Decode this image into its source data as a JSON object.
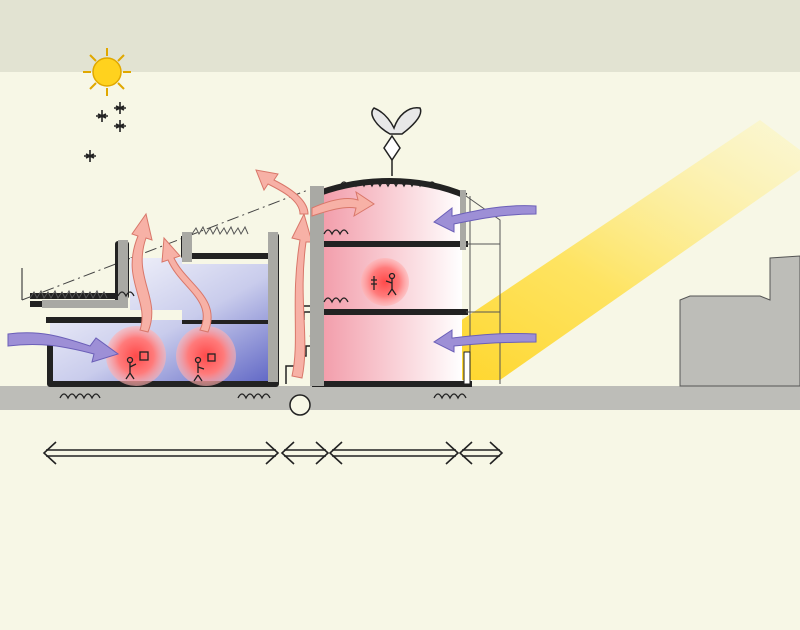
{
  "diagram": {
    "kind": "building-section-sketch",
    "colors": {
      "background": "#f7f7e6",
      "top_band": "#e2e3d2",
      "ground": "#bdbdb8",
      "sun": "#ffd21e",
      "sunlight": "#ffe14a",
      "cool_zone": "#5c63c4",
      "warm_zone": "#f29aa8",
      "heat_body": "#ff5c5c",
      "warm_airflow": "#f7b1a6",
      "cool_airflow": "#9d8fd6",
      "ink": "#222222"
    },
    "icons": [
      "sun-icon",
      "snowflake-icon",
      "person-icon",
      "cloud-icon",
      "wind-turbine-icon",
      "double-arrow-icon",
      "heating-coil-icon"
    ],
    "zones": [
      {
        "id": "lower-wing",
        "type": "cool"
      },
      {
        "id": "stair-core",
        "type": "circulation"
      },
      {
        "id": "tower",
        "type": "warm"
      },
      {
        "id": "sunspace",
        "type": "solar"
      }
    ],
    "dimension_arrows": 4
  }
}
